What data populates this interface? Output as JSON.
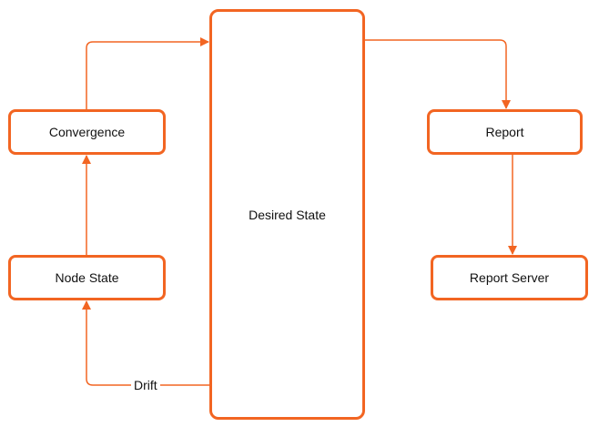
{
  "nodes": {
    "desired_state": "Desired State",
    "convergence": "Convergence",
    "node_state": "Node State",
    "report": "Report",
    "report_server": "Report Server"
  },
  "edges": {
    "drift_label": "Drift"
  },
  "colors": {
    "accent": "#f26522",
    "text": "#111111",
    "background": "#ffffff"
  }
}
